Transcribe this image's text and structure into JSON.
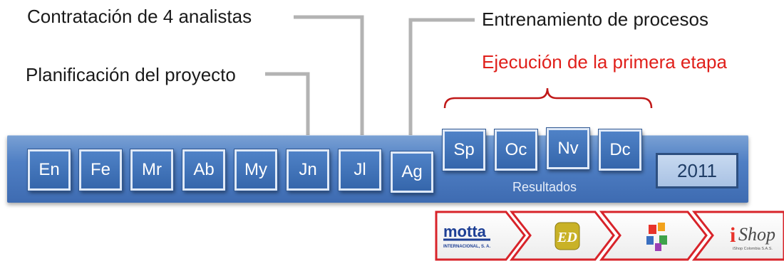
{
  "callouts": {
    "contratacion": "Contratación de 4 analistas",
    "entrenamiento": "Entrenamiento de procesos",
    "planificacion": "Planificación del proyecto",
    "ejecucion": "Ejecución de la primera etapa"
  },
  "months": [
    "En",
    "Fe",
    "Mr",
    "Ab",
    "My",
    "Jn",
    "Jl",
    "Ag",
    "Sp",
    "Oc",
    "Nv",
    "Dc"
  ],
  "results_label": "Resultados",
  "year": "2011",
  "logos": {
    "motta": "motta",
    "motta_sub": "INTERNACIONAL, S. A.",
    "ed": "ED",
    "ishop": "Shop",
    "ishop_sub": "iShop Colombia S.A.S."
  },
  "colors": {
    "bar": "#4f7fc4",
    "month_box": "#3566ab",
    "highlight_text": "#e0201b",
    "logo_red": "#d8232a"
  }
}
